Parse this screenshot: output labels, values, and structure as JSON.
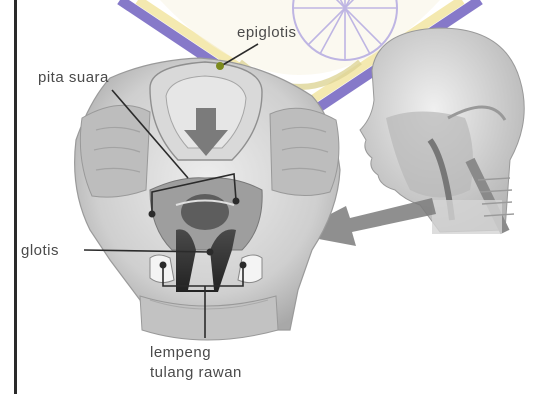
{
  "labels": {
    "epiglottis": "epiglotis",
    "vocal_cords": "pita suara",
    "glottis": "glotis",
    "cartilage_line1": "lempeng",
    "cartilage_line2": "tulang rawan"
  },
  "colors": {
    "watermark": "#7a6bc4",
    "watermark_fill": "#f3e7a8",
    "tissue": "#c9c9c9",
    "tissue_dark": "#8f8f8f",
    "cavity": "#3a3a3a",
    "callout": "#2b2b2b",
    "epiglottis_dot": "#7c8a1e",
    "arrow": "#7b7b7b"
  }
}
